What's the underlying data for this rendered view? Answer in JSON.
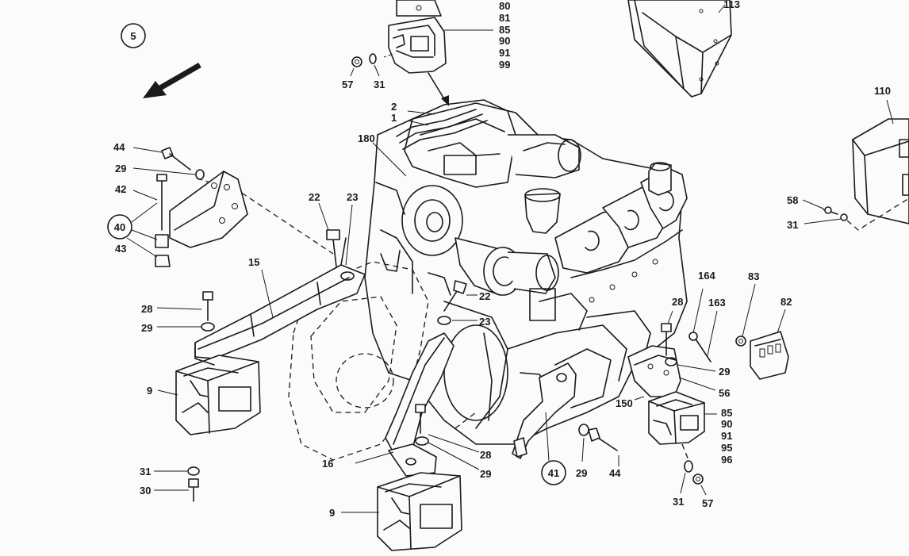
{
  "figure": {
    "number": "5",
    "callouts": {
      "c80": "80",
      "c81": "81",
      "c85a": "85",
      "c90a": "90",
      "c91a": "91",
      "c99": "99",
      "c57a": "57",
      "c31a": "31",
      "c113": "113",
      "c110": "110",
      "c58": "58",
      "c31b": "31",
      "c2": "2",
      "c1": "1",
      "c180": "180",
      "c44a": "44",
      "c29a": "29",
      "c42": "42",
      "c40": "40",
      "c43": "43",
      "c22a": "22",
      "c23a": "23",
      "c15": "15",
      "c22b": "22",
      "c23b": "23",
      "c28a": "28",
      "c29b": "29",
      "c9a": "9",
      "c164": "164",
      "c83": "83",
      "c28b": "28",
      "c163": "163",
      "c82": "82",
      "c29c": "29",
      "c56": "56",
      "c150": "150",
      "c85b": "85",
      "c90b": "90",
      "c91b": "91",
      "c95": "95",
      "c96": "96",
      "c16": "16",
      "c28c": "28",
      "c29d": "29",
      "c41": "41",
      "c29e": "29",
      "c44b": "44",
      "c31c": "31",
      "c30": "30",
      "c9b": "9",
      "c31d": "31",
      "c57b": "57"
    }
  }
}
